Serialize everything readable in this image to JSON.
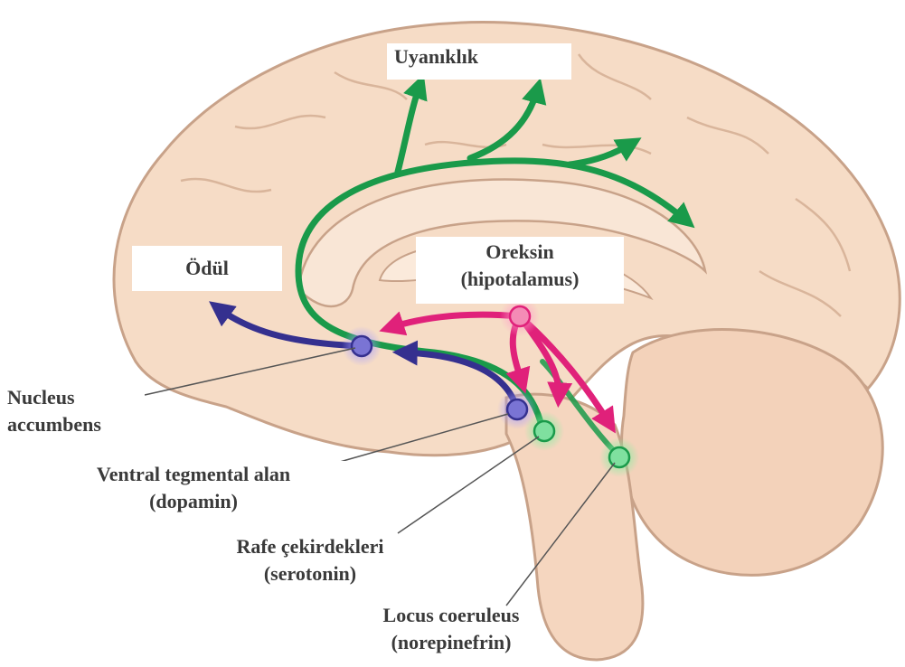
{
  "labels": {
    "arousal": "Uyanıklık",
    "reward": "Ödül",
    "orexin": {
      "line1": "Oreksin",
      "line2": "(hipotalamus)"
    },
    "nucleus_accumbens": {
      "line1": "Nucleus",
      "line2": "accumbens"
    },
    "vta": {
      "line1": "Ventral tegmental alan",
      "line2": "(dopamin)"
    },
    "raphe": {
      "line1": "Rafe çekirdekleri",
      "line2": "(serotonin)"
    },
    "locus_coeruleus": {
      "line1": "Locus coeruleus",
      "line2": "(norepinefrin)"
    }
  },
  "colors": {
    "brain_fill": "#f6dcc6",
    "brain_outline": "#c8a289",
    "arousal_pathway": "#1a9a4a",
    "orexin_pathway": "#e0217a",
    "dopamine_pathway": "#35308f",
    "label_text": "#3a3a3a"
  }
}
